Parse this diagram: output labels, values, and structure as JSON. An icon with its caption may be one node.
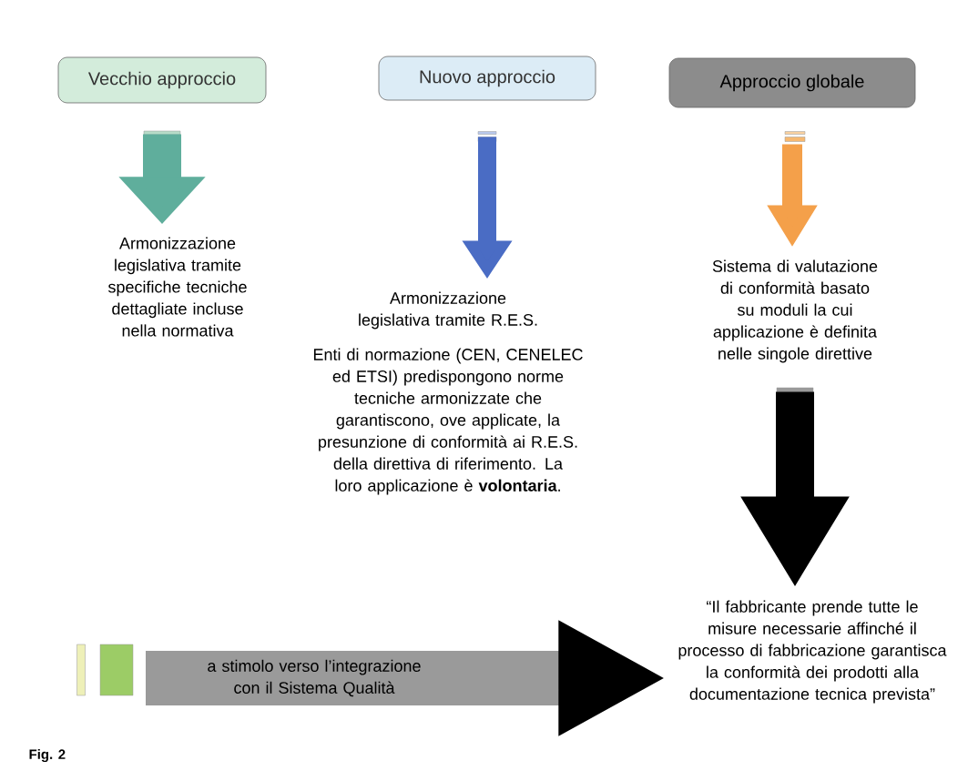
{
  "diagram": {
    "nodes": [
      {
        "text": [
          "Vecchio approccio"
        ]
      },
      {
        "text": [
          "Nuovo approccio"
        ]
      },
      {
        "text": [
          "Approccio globale"
        ]
      },
      {
        "text": [
          "Armonizzazione legislativa tramite specifiche tecniche dettagliate incluse nella normativa"
        ]
      },
      {
        "text": [
          "Armonizzazione legislativa tramite R.E.S.",
          "Enti di normazione (CEN, CENELEC ed ETSI) predispongono norme tecniche armonizzate che garantiscono, ove applicate, la presunzione di conformità ai R.E.S. della direttiva di riferimento. La loro applicazione è **volontaria**."
        ]
      },
      {
        "text": [
          "Sistema di valutazione di conformità basato su moduli la cui applicazione è definita nelle singole direttive"
        ]
      },
      {
        "text": [
          "“Il fabbricante prende tutte le misure necessarie affinché il processo di fabbricazione garantisca la conformità dei prodotti alla documentazione tecnica prevista”"
        ]
      }
    ],
    "edges": [
      {
        "from": 0,
        "to": 3,
        "arrow": "to",
        "color": "#5fae9c"
      },
      {
        "from": 1,
        "to": 4,
        "arrow": "to",
        "color": "#4a6cc4"
      },
      {
        "from": 2,
        "to": 5,
        "arrow": "to",
        "color": "#f4a04a"
      },
      {
        "from": 5,
        "to": 6,
        "arrow": "to",
        "color": "#000000"
      },
      {
        "from": null,
        "to": 6,
        "arrow": "to",
        "label": "a stimolo verso l’integrazione con il Sistema Qualità",
        "color": "#9a9a9a"
      }
    ],
    "labels": [
      "Fig. 2"
    ]
  }
}
